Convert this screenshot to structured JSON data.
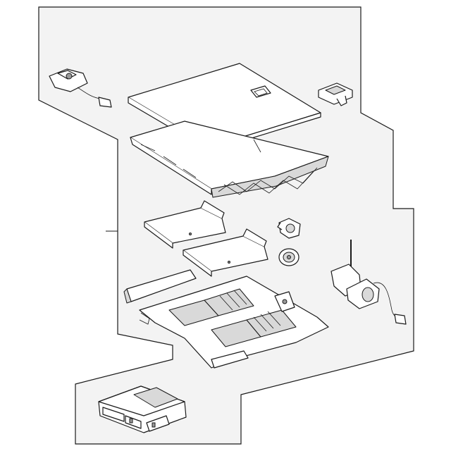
{
  "diagram": {
    "background_color": "#ffffff",
    "panel_fill": "#f3f3f3",
    "line_color": "#1a1a1a",
    "parts": [
      {
        "name": "heater-switch-connector"
      },
      {
        "name": "cover-lid"
      },
      {
        "name": "console-box-tray"
      },
      {
        "name": "clip-bracket"
      },
      {
        "name": "upper-panel"
      },
      {
        "name": "lower-panel"
      },
      {
        "name": "grommet"
      },
      {
        "name": "knob-dial"
      },
      {
        "name": "actuator-motor"
      },
      {
        "name": "side-trim"
      },
      {
        "name": "base-frame"
      },
      {
        "name": "control-module"
      }
    ]
  }
}
